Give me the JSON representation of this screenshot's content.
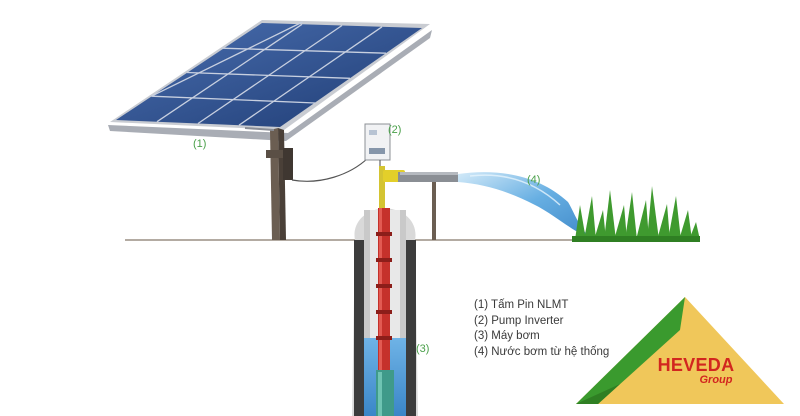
{
  "callouts": [
    "1",
    "2",
    "3",
    "4"
  ],
  "legend": [
    "(1) Tấm Pin NLMT",
    "(2) Pump Inverter",
    "(3) Máy bơm",
    "(4) Nước bơm từ hệ thống"
  ],
  "logo": {
    "brand": "HEVEDA",
    "sub": "Group"
  },
  "colors": {
    "panel_blue": "#2c4f8f",
    "panel_frame": "#b8bcc4",
    "ground_line": "#9a8f84",
    "water_blue": "#4a9fd8",
    "grass_green": "#3f9a2f",
    "pipe_red": "#c5312b",
    "logo_yellow": "#f0c75a",
    "logo_green": "#3a9a2e",
    "brand_red": "#d2261f",
    "callout_green": "#4aa04a"
  }
}
